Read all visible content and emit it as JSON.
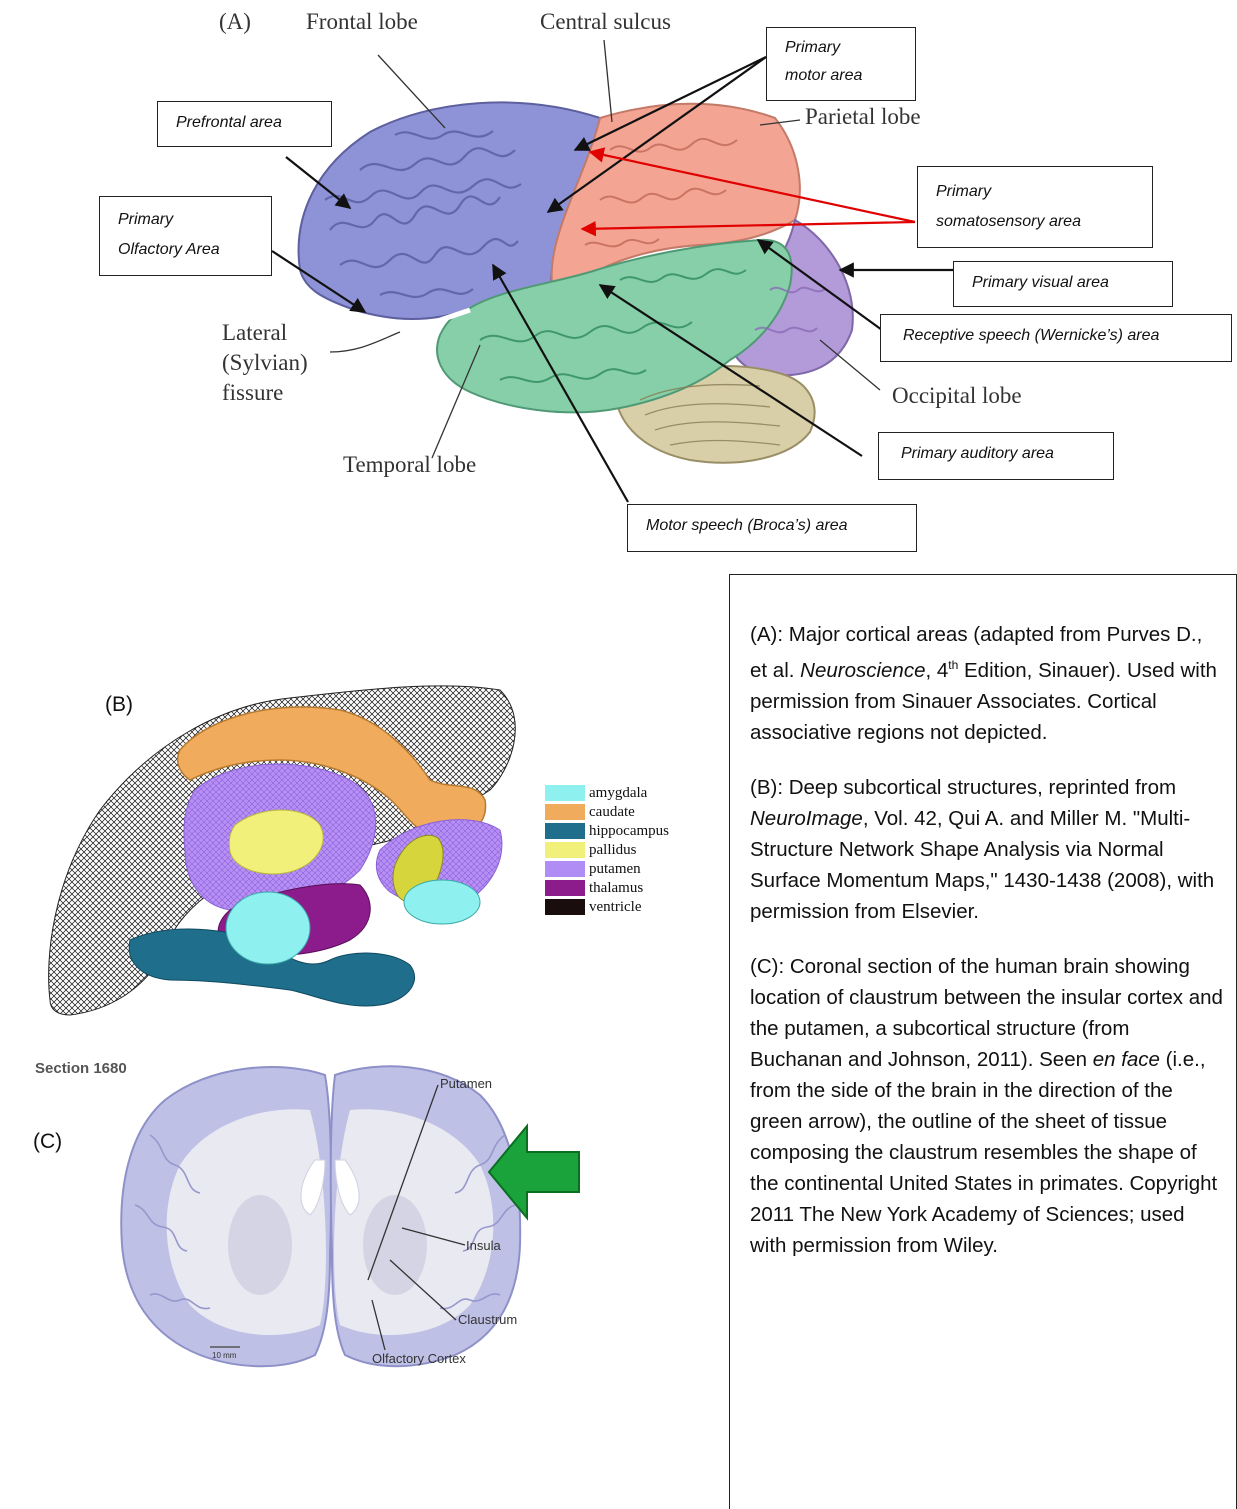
{
  "panel_a": {
    "letter": "(A)",
    "serif_labels": {
      "frontal_lobe": "Frontal lobe",
      "central_sulcus": "Central sulcus",
      "parietal_lobe": "Parietal lobe",
      "lateral_line1": "Lateral",
      "lateral_line2": "(Sylvian)",
      "lateral_line3": "fissure",
      "temporal_lobe": "Temporal lobe",
      "occipital_lobe": "Occipital lobe"
    },
    "callouts": {
      "primary_motor_line1": "Primary",
      "primary_motor_line2": "motor area",
      "prefrontal": "Prefrontal area",
      "somatosensory_line1": "Primary",
      "somatosensory_line2": "somatosensory area",
      "olfactory_line1": "Primary",
      "olfactory_line2": "Olfactory Area",
      "visual": "Primary visual area",
      "wernicke": "Receptive speech (Wernicke’s) area",
      "auditory": "Primary auditory area",
      "broca": "Motor speech (Broca’s) area"
    },
    "colors": {
      "frontal": "#8e93d8",
      "parietal": "#f4a493",
      "temporal": "#86cfa8",
      "occipital": "#b39ad9",
      "cerebellum": "#d8cfa8",
      "red_arrow": "#e00000"
    }
  },
  "panel_b": {
    "letter": "(B)",
    "legend": [
      {
        "label": "amygdala",
        "color": "#8ff0f0"
      },
      {
        "label": "caudate",
        "color": "#f0ac5c"
      },
      {
        "label": "hippocampus",
        "color": "#1f6e8c"
      },
      {
        "label": "pallidus",
        "color": "#f0f07a"
      },
      {
        "label": "putamen",
        "color": "#b08cf5"
      },
      {
        "label": "thalamus",
        "color": "#8c1c8c"
      },
      {
        "label": "ventricle",
        "color": "#1a0d0d"
      }
    ]
  },
  "panel_c": {
    "letter": "(C)",
    "section": "Section 1680",
    "labels": {
      "putamen": "Putamen",
      "insula": "Insula",
      "claustrum": "Claustrum",
      "olfactory": "Olfactory Cortex",
      "scale": "10 mm"
    },
    "arrow_color": "#1aa33a"
  },
  "caption": {
    "a1": "(A): Major cortical areas (adapted from Purves D., et al. ",
    "a_italic": "Neuroscience",
    "a2": ", 4",
    "a_sup": "th",
    "a3": " Edition, Sinauer). Used with permission from Sinauer Associates.  Cortical associative regions not depicted.",
    "b1": "(B): Deep subcortical structures, reprinted from ",
    "b_italic": "NeuroImage",
    "b2": ", Vol. 42, Qui A. and Miller M. \"Multi-Structure Network Shape Analysis via Normal Surface Momentum Maps,\" 1430-1438 (2008), with permission from Elsevier.",
    "c1": "(C): Coronal section of the human brain showing location of claustrum between the insular cortex and the putamen, a subcortical structure (from Buchanan and Johnson, 2011).  Seen ",
    "c_italic": "en face",
    "c2": " (i.e., from the side of the brain in the direction of the green arrow), the outline of the sheet of tissue composing the claustrum resembles the shape of the continental United States in primates.  Copyright 2011 The New York Academy of Sciences; used with permission from Wiley."
  }
}
